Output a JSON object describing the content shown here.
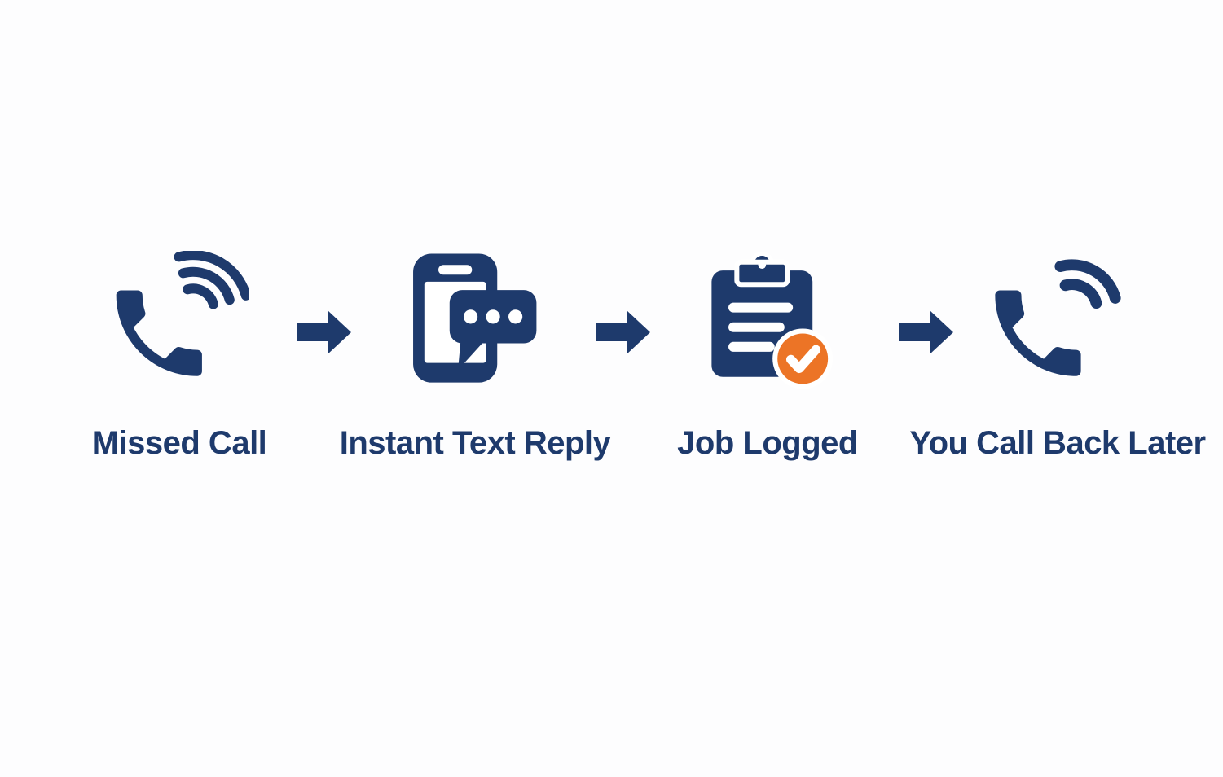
{
  "colors": {
    "background": "#fdfdfe",
    "primary": "#1e3a6c",
    "accent": "#ec7426",
    "detail": "#ffffff"
  },
  "flow": {
    "steps": [
      {
        "id": "missed-call",
        "label": "Missed Call",
        "icon": "ringing-phone-icon"
      },
      {
        "id": "instant-text-reply",
        "label": "Instant Text Reply",
        "icon": "phone-text-message-icon"
      },
      {
        "id": "job-logged",
        "label": "Job Logged",
        "icon": "clipboard-check-icon"
      },
      {
        "id": "you-call-back-later",
        "label": "You Call Back Later",
        "icon": "phone-callback-icon"
      }
    ],
    "connector": "right-arrow"
  }
}
